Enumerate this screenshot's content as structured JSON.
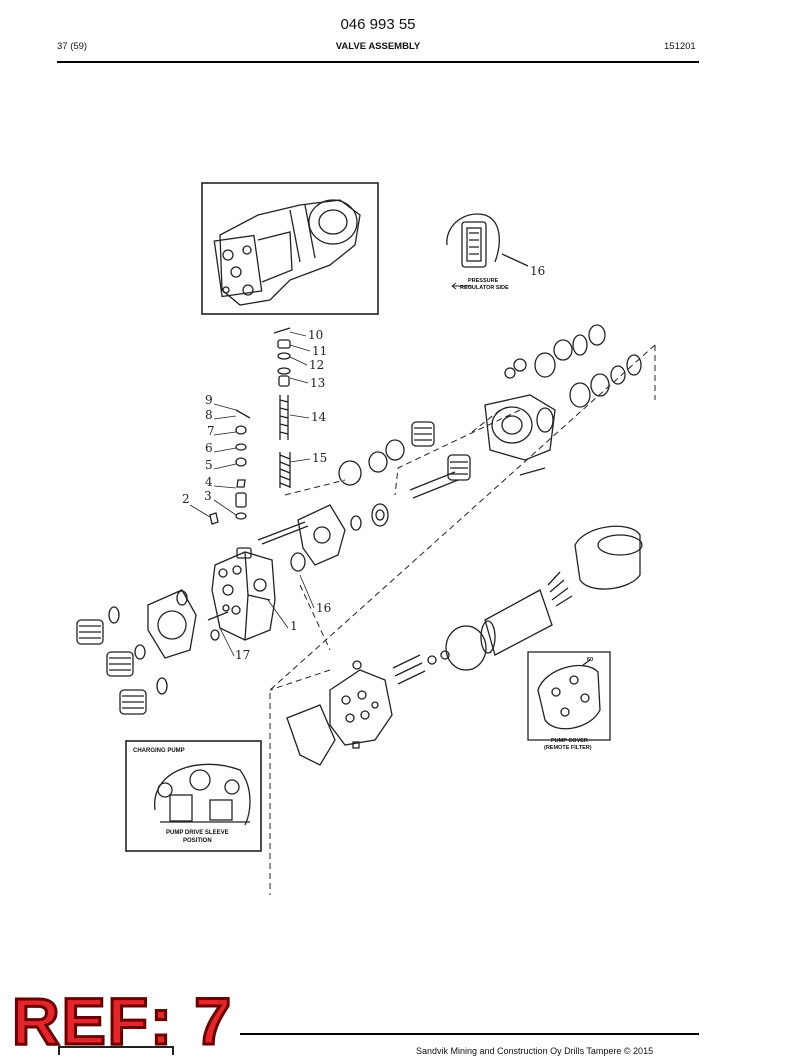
{
  "header": {
    "doc_number": "046 993 55",
    "page": "37 (59)",
    "title": "VALVE ASSEMBLY",
    "code": "151201"
  },
  "drawing": {
    "item_labels": [
      "1",
      "2",
      "3",
      "4",
      "5",
      "6",
      "7",
      "8",
      "9",
      "10",
      "11",
      "12",
      "13",
      "14",
      "15",
      "16",
      "16",
      "17"
    ],
    "inset_pressure_line1": "PRESSURE",
    "inset_pressure_line2": "REGULATOR SIDE",
    "inset_pump_cover_line1": "PUMP COVER",
    "inset_pump_cover_line2": "(REMOTE FILTER)",
    "inset_pump_cover_tag": "60",
    "inset_charging_title": "CHARGING PUMP",
    "inset_charging_line1": "PUMP DRIVE SLEEVE",
    "inset_charging_line2": "POSITION"
  },
  "stamp": {
    "text": "REF: 7"
  },
  "footer": {
    "text": "Sandvik Mining and Construction Oy Drills Tampere © 2015"
  }
}
